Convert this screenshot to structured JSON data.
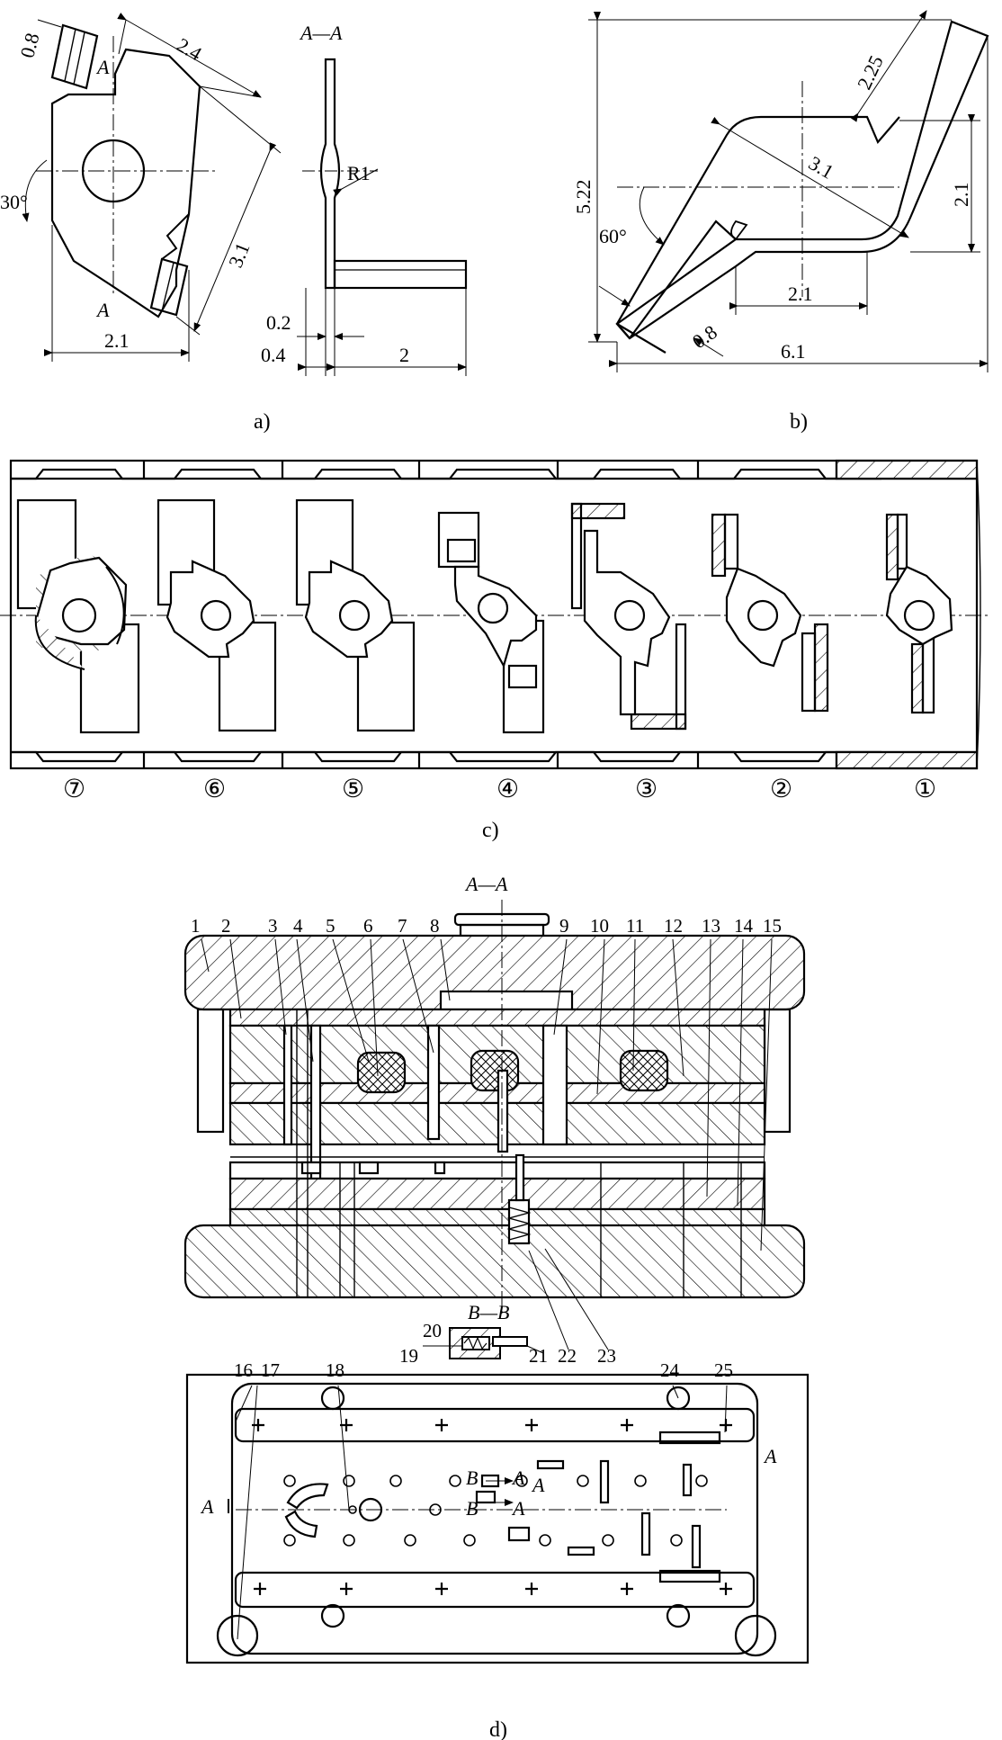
{
  "panel_a": {
    "caption": "a)",
    "section_title": "A—A",
    "cut_mark_top": "A",
    "cut_mark_bottom": "A",
    "dims": [
      "0.8",
      "2.4",
      "30°",
      "3.1",
      "2.1",
      "R1",
      "0.2",
      "0.4",
      "2"
    ]
  },
  "panel_b": {
    "caption": "b)",
    "dims": [
      "2.25",
      "5.22",
      "3.1",
      "2.1",
      "60°",
      "2.1",
      "0.8",
      "6.1"
    ]
  },
  "panel_c": {
    "caption": "c)",
    "stations": [
      "⑦",
      "⑥",
      "⑤",
      "④",
      "③",
      "②",
      "①"
    ]
  },
  "panel_d": {
    "caption": "d)",
    "section_title": "A—A",
    "section_b_title": "B—B",
    "cut_marks": [
      "A",
      "A",
      "B",
      "A",
      "A",
      "B",
      "A"
    ],
    "part_numbers_top": [
      "1",
      "2",
      "3",
      "4",
      "5",
      "6",
      "7",
      "8",
      "9",
      "10",
      "11",
      "12",
      "13",
      "14",
      "15"
    ],
    "part_numbers_mid": [
      "20",
      "19",
      "21",
      "22",
      "23"
    ],
    "part_numbers_plan": [
      "16",
      "17",
      "18",
      "24",
      "25"
    ]
  }
}
